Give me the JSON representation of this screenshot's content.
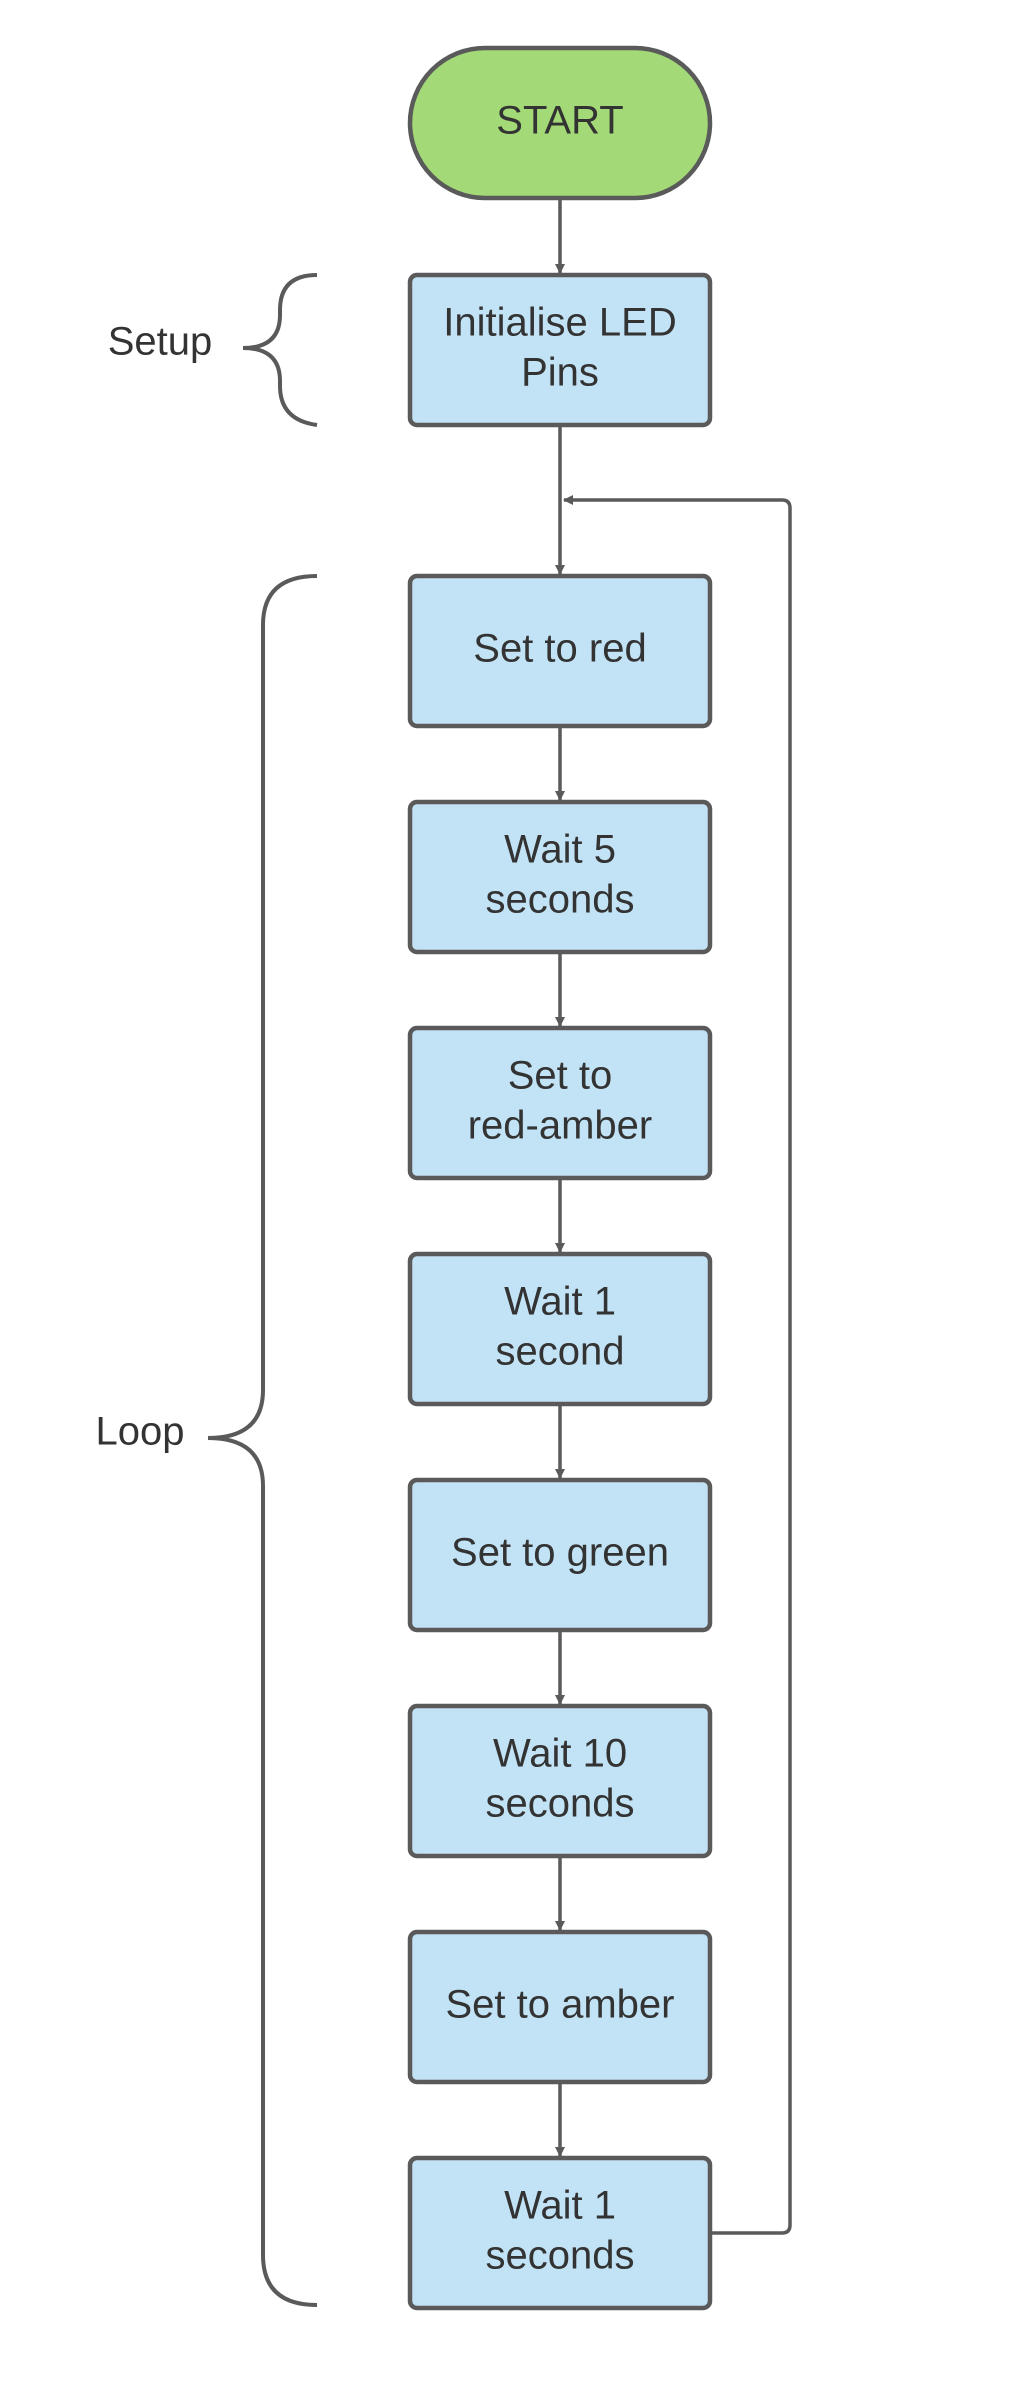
{
  "colors": {
    "start_fill": "#a3d977",
    "process_fill": "#c2e3f5",
    "stroke": "#5a5a5a",
    "text": "#333333"
  },
  "diagram": {
    "start": {
      "label": "START"
    },
    "setup_steps": [
      {
        "lines": [
          "Initialise LED",
          "Pins"
        ]
      }
    ],
    "loop_steps": [
      {
        "lines": [
          "Set to red"
        ]
      },
      {
        "lines": [
          "Wait 5",
          "seconds"
        ]
      },
      {
        "lines": [
          "Set to",
          "red-amber"
        ]
      },
      {
        "lines": [
          "Wait 1",
          "second"
        ]
      },
      {
        "lines": [
          "Set to green"
        ]
      },
      {
        "lines": [
          "Wait 10",
          "seconds"
        ]
      },
      {
        "lines": [
          "Set to amber"
        ]
      },
      {
        "lines": [
          "Wait 1",
          "seconds"
        ]
      }
    ],
    "braces": {
      "setup_label": "Setup",
      "loop_label": "Loop"
    }
  }
}
